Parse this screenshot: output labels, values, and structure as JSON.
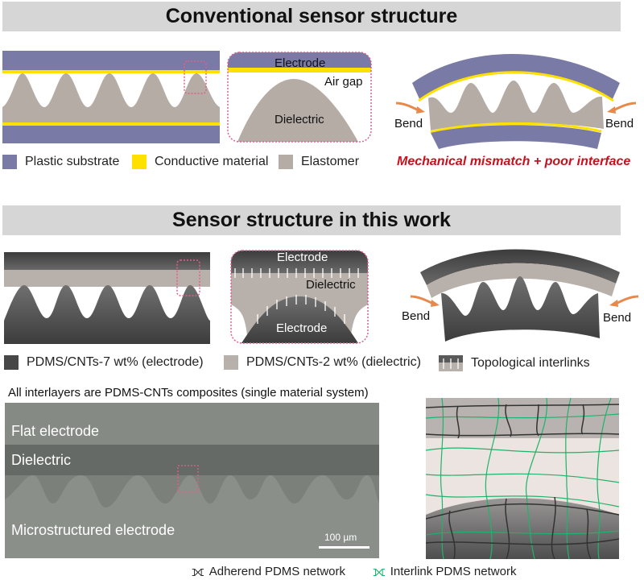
{
  "section1": {
    "title": "Conventional sensor structure",
    "zoom_labels": {
      "electrode": "Electrode",
      "air_gap": "Air gap",
      "dielectric": "Dielectric"
    },
    "bend_left": "Bend",
    "bend_right": "Bend",
    "caption": "Mechanical mismatch + poor interface",
    "legend": [
      {
        "label": "Plastic substrate",
        "color": "#7a7aa6"
      },
      {
        "label": "Conductive material",
        "color": "#ffe100"
      },
      {
        "label": "Elastomer",
        "color": "#b5aca6"
      }
    ]
  },
  "section2": {
    "title": "Sensor structure in this work",
    "zoom_labels": {
      "electrode_top": "Electrode",
      "dielectric": "Dielectric",
      "electrode_bottom": "Electrode"
    },
    "bend_left": "Bend",
    "bend_right": "Bend",
    "legend": [
      {
        "label": "PDMS/CNTs-7 wt% (electrode)",
        "color": "#474747"
      },
      {
        "label": "PDMS/CNTs-2 wt% (dielectric)",
        "color": "#b8b0aa"
      },
      {
        "label": "Topological interlinks",
        "color": "#5a5a5a"
      }
    ]
  },
  "sem": {
    "caption": "All interlayers are PDMS-CNTs composites (single material system)",
    "labels": {
      "flat_electrode": "Flat electrode",
      "dielectric": "Dielectric",
      "micro_electrode": "Microstructured electrode"
    },
    "scale_bar": "100 µm"
  },
  "network_legend": [
    {
      "label": "Adherend PDMS network",
      "color": "#333333"
    },
    {
      "label": "Interlink PDMS network",
      "color": "#1fb36b"
    }
  ],
  "colors": {
    "banner": "#d6d6d6",
    "highlight_box": "#e0608a",
    "bend_arrow": "#e8884a",
    "caption_red": "#c8101e"
  }
}
